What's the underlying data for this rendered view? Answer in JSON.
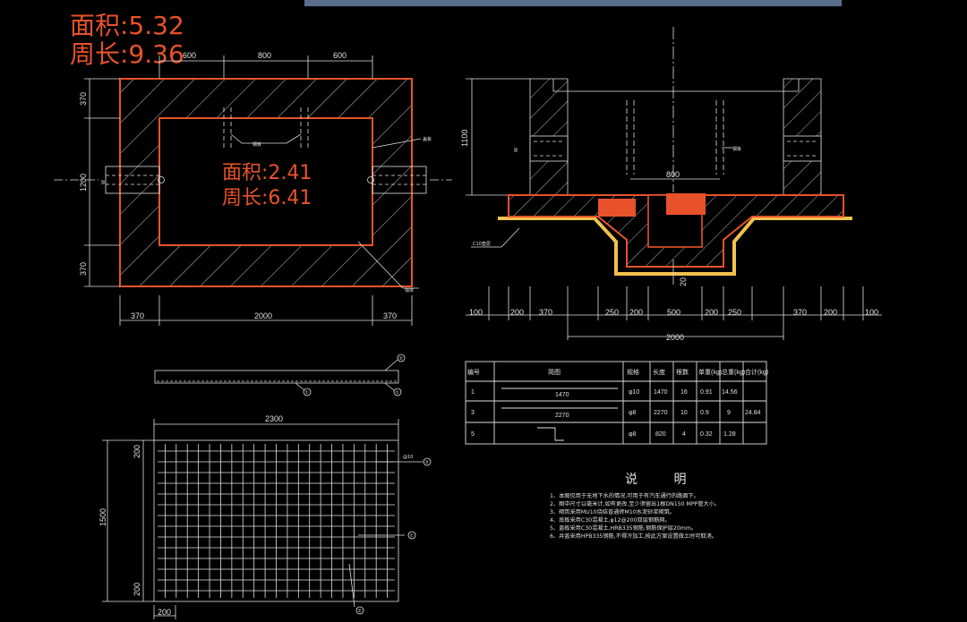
{
  "top_bar_color": "#5a6d8c",
  "colors": {
    "outline": "#e8522b",
    "line": "#e0e0e0",
    "yellow": "#f2c14e"
  },
  "plan": {
    "area_label": "面积:5.32",
    "perimeter_label": "周长:9.36",
    "inner_area_label": "面积:2.41",
    "inner_perimeter_label": "周长:6.41",
    "top_dims": [
      "600",
      "800",
      "600"
    ],
    "bottom_dims": [
      "370",
      "2000",
      "370"
    ],
    "left_dims": [
      "370",
      "1200",
      "370"
    ],
    "side_mark": "W",
    "callout_left": "钢板",
    "callout_right": "盖板",
    "callout_bottom": "墙体"
  },
  "section": {
    "height_dim": "1100",
    "inner_dim": "800",
    "bottom_dim": "20",
    "callout_right": "钢板",
    "callout_left": "C10垫层",
    "bottom_dims": [
      "100",
      "200",
      "370",
      "250",
      "200",
      "500",
      "200",
      "250",
      "370",
      "200",
      "100"
    ],
    "total_dim": "2000"
  },
  "slab": {
    "width_dim": "2300",
    "height_dim": "1500",
    "edge_dims": [
      "200",
      "200",
      "200"
    ],
    "markers": [
      "①",
      "②",
      "③"
    ],
    "bar_label": "@10"
  },
  "table": {
    "headers": [
      "编号",
      "简图",
      "规格",
      "长度",
      "根数",
      "单重(kg)",
      "总重(kg)",
      "合计(kg)"
    ],
    "rows": [
      {
        "no": "1",
        "shape": "1470",
        "spec": "φ10",
        "length": "1470",
        "count": "16",
        "unit": "0.91",
        "total": "14.56"
      },
      {
        "no": "3",
        "shape": "2270",
        "spec": "φ8",
        "length": "2270",
        "count": "10",
        "unit": "0.9",
        "total": "9"
      },
      {
        "no": "5",
        "shape": "",
        "spec": "φ8",
        "length": "820",
        "count": "4",
        "unit": "0.32",
        "total": "1.28"
      }
    ],
    "sum": "24.84"
  },
  "notes": {
    "title": "说 明",
    "lines": [
      "1、本图仅用于无地下水的情况,可用于有汽车通行的路面下。",
      "2、图中尺寸以毫米计,如有更改,至少须留出1根DN150 MPP管大小。",
      "3、砌筑采用MU10烧结普通砖M10水泥砂浆砌筑。",
      "4、底板采用C30混凝土,φ12@200双层钢筋网。",
      "5、盖板采用C30混凝土,HRB335钢筋,钢筋保护层20mm。",
      "6、井盖采用HPB335钢筋,不得冷加工,按此方案设置做土时可取消。"
    ]
  }
}
